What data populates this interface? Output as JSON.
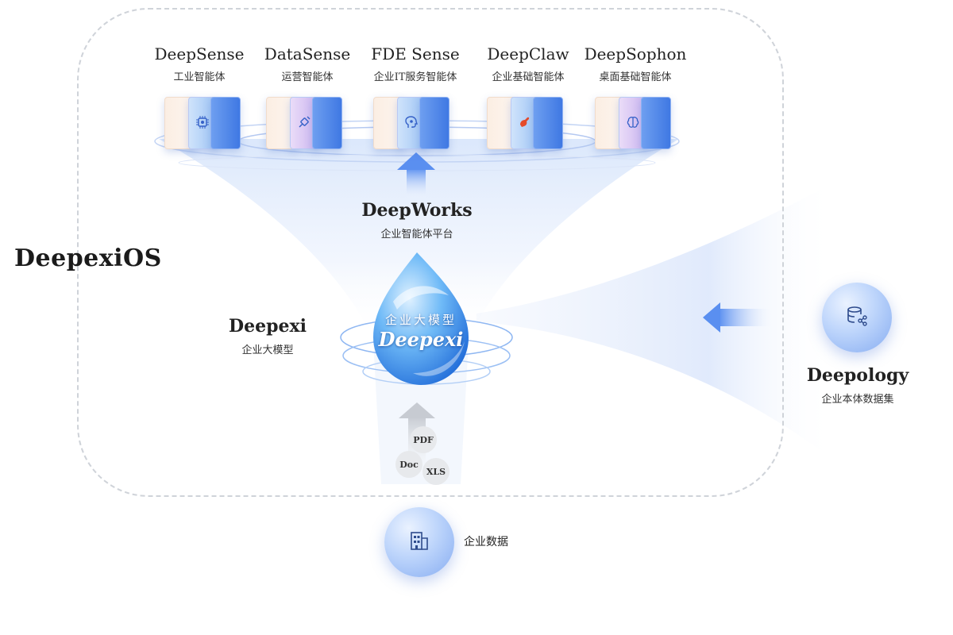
{
  "os_title": "DeepexiOS",
  "agents": [
    {
      "name": "DeepSense",
      "sub": "工业智能体",
      "icon": "chip-icon"
    },
    {
      "name": "DataSense",
      "sub": "运营智能体",
      "icon": "satellite-icon"
    },
    {
      "name": "FDE Sense",
      "sub": "企业IT服务智能体",
      "icon": "head-icon"
    },
    {
      "name": "DeepClaw",
      "sub": "企业基础智能体",
      "icon": "crab-claw-icon"
    },
    {
      "name": "DeepSophon",
      "sub": "桌面基础智能体",
      "icon": "brain-icon"
    }
  ],
  "platform": {
    "name": "DeepWorks",
    "sub": "企业智能体平台"
  },
  "model": {
    "name": "Deepexi",
    "sub": "企业大模型",
    "drop_text_cn": "企业大模型",
    "drop_text_en": "Deepexi"
  },
  "ontology": {
    "name": "Deepology",
    "sub": "企业本体数据集",
    "icon": "database-share-icon"
  },
  "enterprise_data": {
    "label": "企业数据",
    "icon": "building-icon"
  },
  "doc_types": [
    "PDF",
    "Doc",
    "XLS"
  ],
  "colors": {
    "accent": "#4f86ee",
    "dashed_border": "#cfd3d9",
    "funnel": "#dce8fb"
  }
}
